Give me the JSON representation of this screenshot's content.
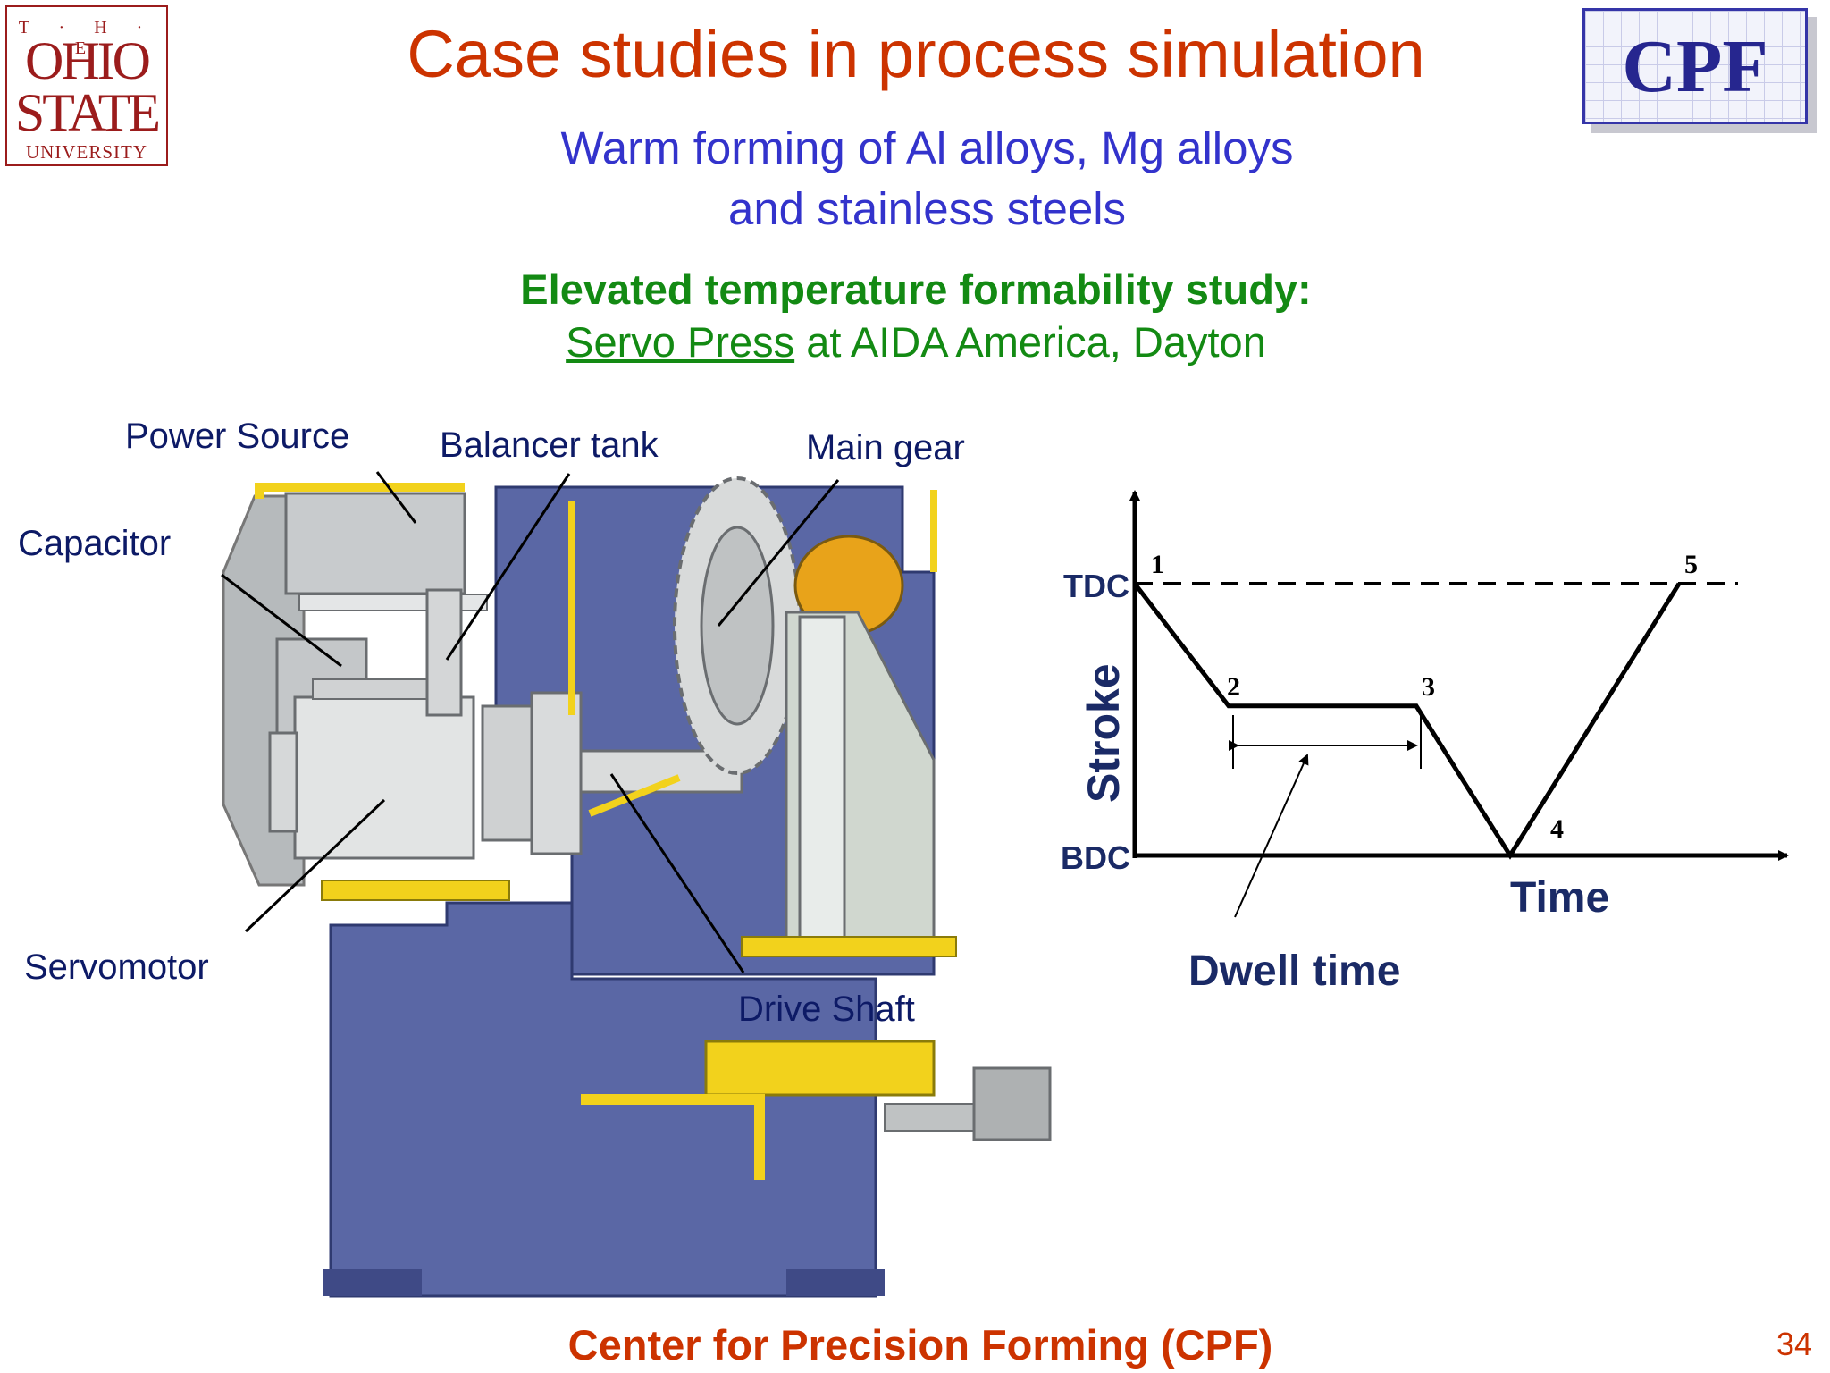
{
  "logos": {
    "osu": {
      "line_the": "T · H · E",
      "line_ohio": "OHIO",
      "line_state": "STATE",
      "line_university": "UNIVERSITY",
      "color": "#9b1c1c"
    },
    "cpf": {
      "text": "CPF",
      "color": "#26268f"
    }
  },
  "title": "Case studies in process simulation",
  "subtitle": {
    "line1": "Warm forming of Al alloys, Mg alloys",
    "line2": "and stainless steels"
  },
  "study": {
    "heading": "Elevated temperature formability study:",
    "link_text": "Servo Press",
    "rest": " at AIDA America, Dayton"
  },
  "machine": {
    "labels": {
      "power_source": "Power Source",
      "balancer_tank": "Balancer tank",
      "main_gear": "Main gear",
      "capacitor": "Capacitor",
      "servomotor": "Servomotor",
      "drive_shaft": "Drive Shaft"
    },
    "colors": {
      "frame": "#5a67a5",
      "accent": "#f2d21c",
      "metal": "#c9cccc",
      "dark": "#3f4a86"
    }
  },
  "stroke_diagram": {
    "y_axis_label": "Stroke",
    "x_axis_label": "Time",
    "tdc_label": "TDC",
    "bdc_label": "BDC",
    "dwell_label": "Dwell time",
    "points": [
      {
        "id": "1",
        "time": 0,
        "stroke": 1.0
      },
      {
        "id": "2",
        "time": 1,
        "stroke": 0.55
      },
      {
        "id": "3",
        "time": 3,
        "stroke": 0.55
      },
      {
        "id": "4",
        "time": 4,
        "stroke": 0.0
      },
      {
        "id": "5",
        "time": 5.8,
        "stroke": 1.0
      }
    ]
  },
  "footer": "Center for Precision Forming (CPF)",
  "page_number": "34"
}
